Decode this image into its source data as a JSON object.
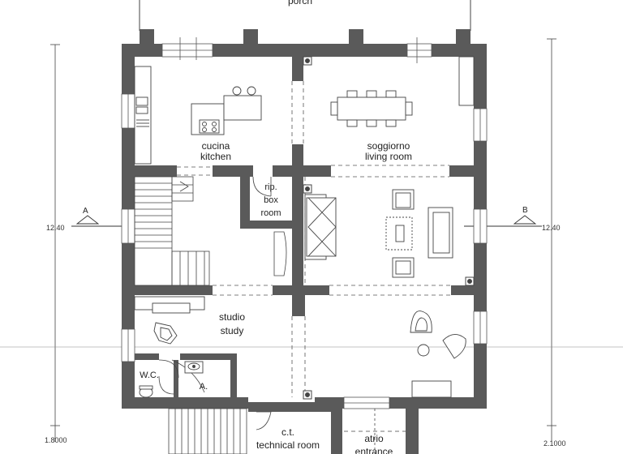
{
  "labels": {
    "porch": "porch",
    "kitchen_it": "cucina",
    "kitchen_en": "kitchen",
    "living_it": "soggiorno",
    "living_en": "living room",
    "rip_1": "rip.",
    "rip_2": "box",
    "rip_3": "room",
    "study_it": "studio",
    "study_en": "study",
    "wc": "W.C.",
    "a": "A.",
    "ct_1": "c.t.",
    "ct_2": "technical room",
    "atrio_1": "atrio",
    "atrio_2": "entrance"
  },
  "dimensions": {
    "left_height": "12.40",
    "right_height": "12.40",
    "left_bottom": "1.8000",
    "right_bottom": "2.1000"
  },
  "sections": {
    "left_marker": "A",
    "right_marker": "B"
  },
  "colors": {
    "wall": "#5a5a5a",
    "line": "#444444",
    "background": "#ffffff"
  }
}
